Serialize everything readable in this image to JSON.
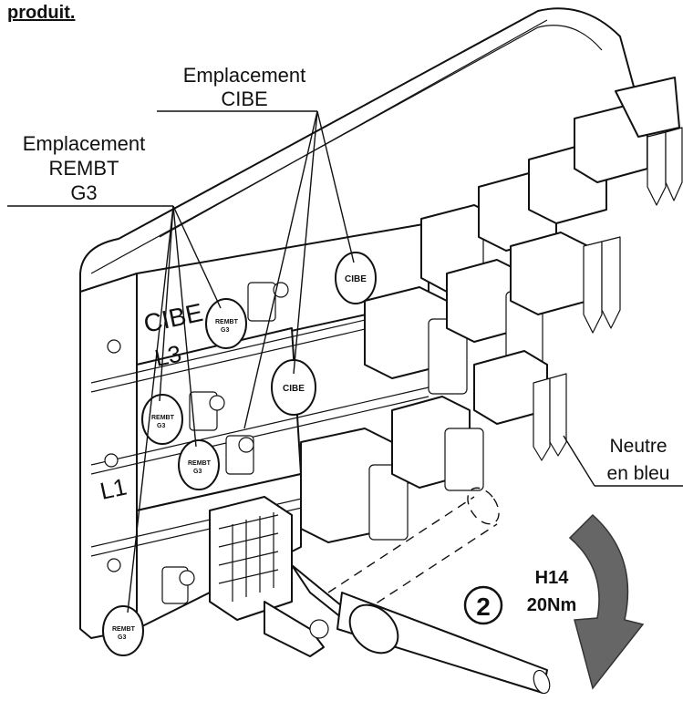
{
  "header": {
    "fragment": "produit."
  },
  "callouts": {
    "cibe": {
      "line1": "Emplacement",
      "line2": "CIBE"
    },
    "rembt": {
      "line1": "Emplacement",
      "line2": "REMBT",
      "line3": "G3"
    },
    "neutre": {
      "line1": "Neutre",
      "line2": "en bleu"
    }
  },
  "tool": {
    "step": "2",
    "size": "H14",
    "torque": "20Nm"
  },
  "box_markings": {
    "top": "CIBE",
    "row3": "L3",
    "row1": "L1"
  },
  "seal_text": {
    "cibe": "CIBE",
    "rembt": "REMBT",
    "rembt_sub": "G3"
  },
  "colors": {
    "ink": "#111111",
    "arrow": "#666666",
    "background": "#ffffff"
  }
}
